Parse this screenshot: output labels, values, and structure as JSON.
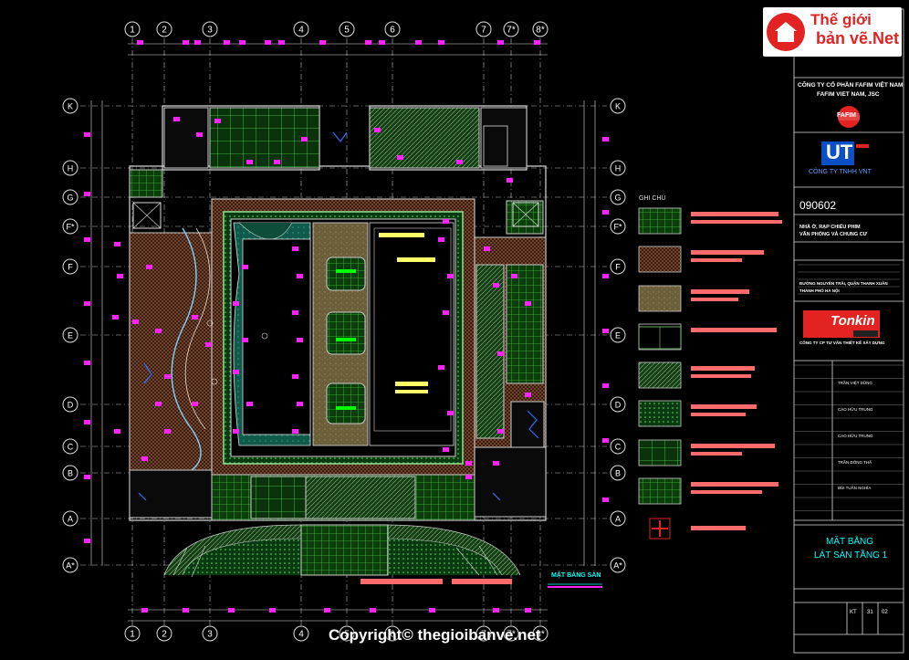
{
  "watermark": {
    "logo_line1": "Thế giới",
    "logo_line2": "bản vẽ.Net",
    "copyright": "Copyright© thegioibanve.net"
  },
  "axes": {
    "columns": [
      "1",
      "2",
      "3",
      "4",
      "5",
      "6",
      "7",
      "7*",
      "8*"
    ],
    "rows": [
      "K",
      "H",
      "G",
      "F*",
      "F",
      "E",
      "D",
      "C",
      "B",
      "A",
      "A*"
    ]
  },
  "legend": {
    "title": "GHI CHÚ"
  },
  "plan_label": "MẶT BẰNG SÀN",
  "title_block": {
    "owner": "CÔNG TY CỔ PHẦN FAFIM VIỆT NAM",
    "owner_sub": "FAFIM VIET NAM, JSC",
    "owner_logo": "FAFIM",
    "contractor_logo": "UT",
    "contractor": "CÔNG TY TNHH VNT",
    "project_no": "090602",
    "project_desc_1": "NHÀ Ở, RẠP CHIẾU PHIM",
    "project_desc_2": "VĂN PHÒNG VÀ CHUNG CƯ",
    "location_1": "ĐƯỜNG NGUYỄN TRÃI, QUẬN THANH XUÂN",
    "location_2": "THÀNH PHỐ HÀ NỘI",
    "designer_logo": "Tonkin",
    "designer_sub": "CÔNG TY CP TƯ VẤN THIẾT KẾ XÂY DỰNG",
    "people": [
      "TRẦN VIỆT DŨNG",
      "CAO HỮU TRUNG",
      "CAO HỮU TRUNG",
      "TRẦN ĐÔNG THẮ",
      "BÙI TUẤN NGHĨA"
    ],
    "drawing_title_1": "MẶT BẰNG",
    "drawing_title_2": "LÁT SÀN TẦNG 1",
    "sheet": "KT",
    "sheet_no": "31",
    "sheet_rev": "02"
  }
}
